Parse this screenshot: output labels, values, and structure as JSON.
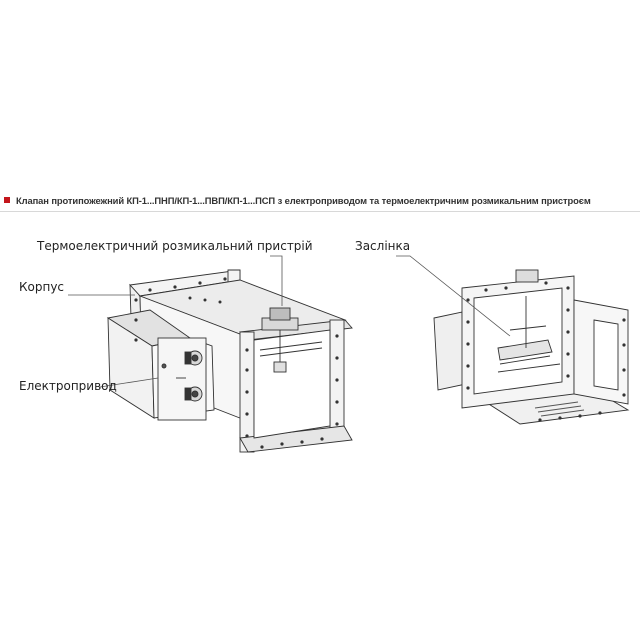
{
  "header": {
    "title": "Клапан протипожежний КП-1...ПНП/КП-1...ПВП/КП-1...ПСП з електроприводом та термоелектричним розмикальним пристроєм",
    "accent_color": "#c4161c"
  },
  "labels": {
    "thermal_device": "Термоелектричний розмикальний пристрій",
    "body": "Корпус",
    "actuator": "Електропривод",
    "damper": "Заслінка"
  }
}
